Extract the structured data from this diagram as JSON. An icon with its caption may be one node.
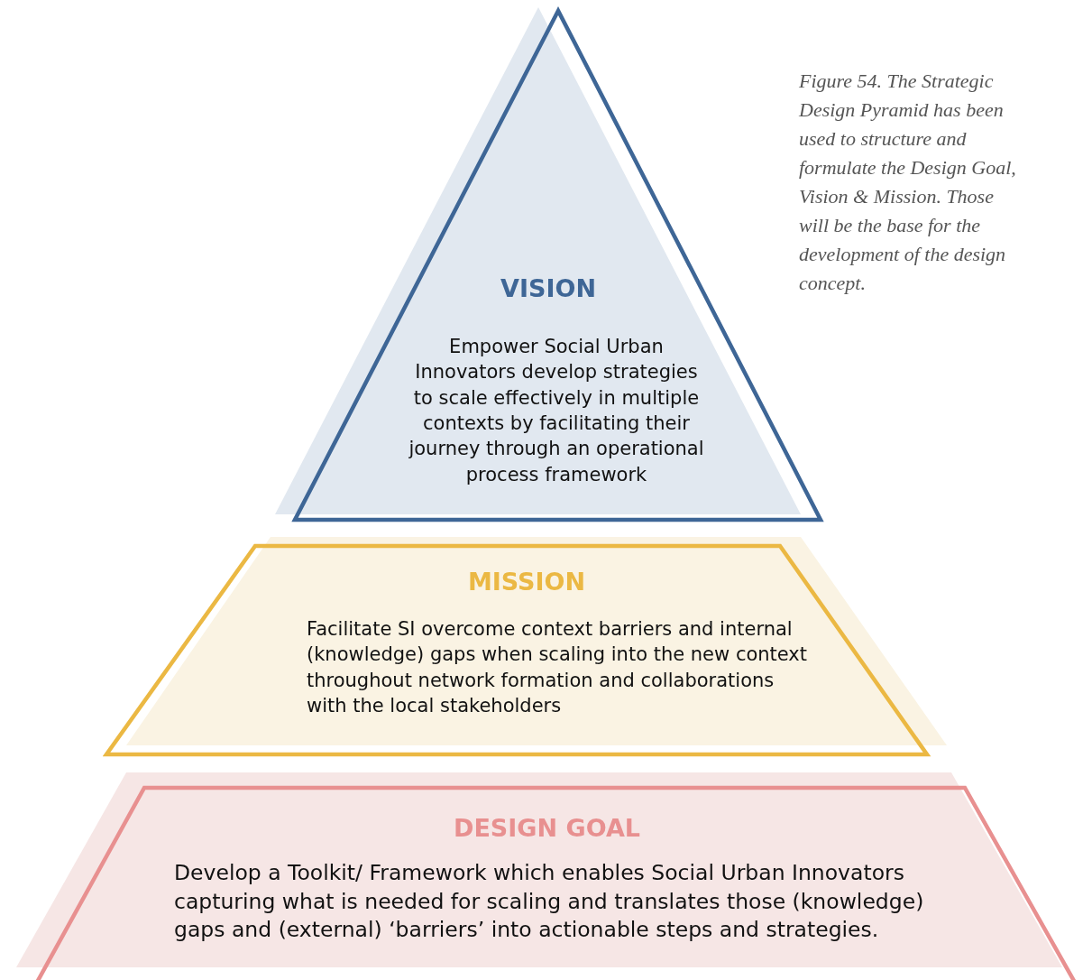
{
  "diagram": {
    "caption": "Figure 54. The Strategic Design Pyramid has been used to structure and formulate the Design Goal, Vision & Mission. Those will be the base for the development of the design concept.",
    "nodes": [
      {
        "text": [
          "VISION",
          "Empower Social Urban Innovators develop strategies to scale effectively in multiple contexts by facilitating their journey through an operational process framework"
        ]
      },
      {
        "text": [
          "MISSION",
          "Facilitate SI overcome context barriers and internal (knowledge) gaps when scaling into the new context throughout network formation and collaborations with the local stakeholders"
        ]
      },
      {
        "text": [
          "DESIGN GOAL",
          "Develop a Toolkit/ Framework which enables Social Urban Innovators capturing what is needed for scaling and translates those (knowledge) gaps and (external) ‘barriers’ into actionable steps and strategies."
        ]
      }
    ]
  }
}
